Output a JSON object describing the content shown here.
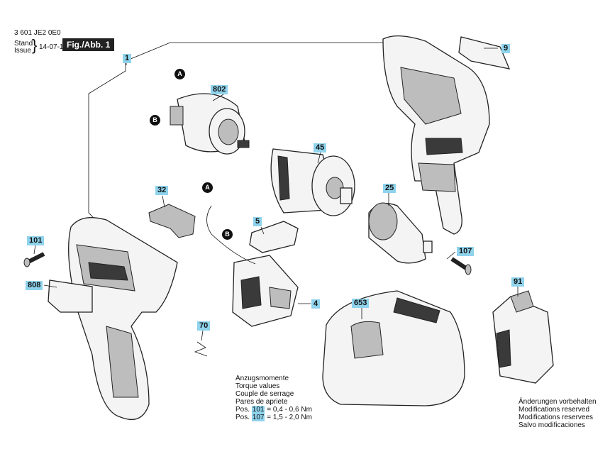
{
  "header": {
    "doc_number": "3 601 JE2 0E0",
    "stand_label": "Stand",
    "issue_label": "Issue",
    "date": "14-07-15",
    "figure_label": "Fig./Abb. 1"
  },
  "callouts": {
    "c1": "1",
    "c9": "9",
    "c802": "802",
    "c45": "45",
    "c32": "32",
    "c25": "25",
    "c5": "5",
    "c101": "101",
    "c107": "107",
    "c808": "808",
    "c4": "4",
    "c653": "653",
    "c91": "91",
    "c70": "70"
  },
  "markers": {
    "a": "A",
    "b": "B"
  },
  "torque_note": {
    "lines": [
      "Anzugsmomente",
      "Torque values",
      "Couple de serrage",
      "Pares de apriete"
    ],
    "pos_label": "Pos.",
    "row1": {
      "pos": "101",
      "value": "= 0,4  -  0,6 Nm"
    },
    "row2": {
      "pos": "107",
      "value": "= 1,5  -  2,0 Nm"
    }
  },
  "modification_note": [
    "Änderungen vorbehalten",
    "Modifications reserved",
    "Modifications reservees",
    "Salvo modificaciones"
  ],
  "colors": {
    "callout_bg": "#8fd3ec",
    "figure_label_bg": "#222222"
  }
}
